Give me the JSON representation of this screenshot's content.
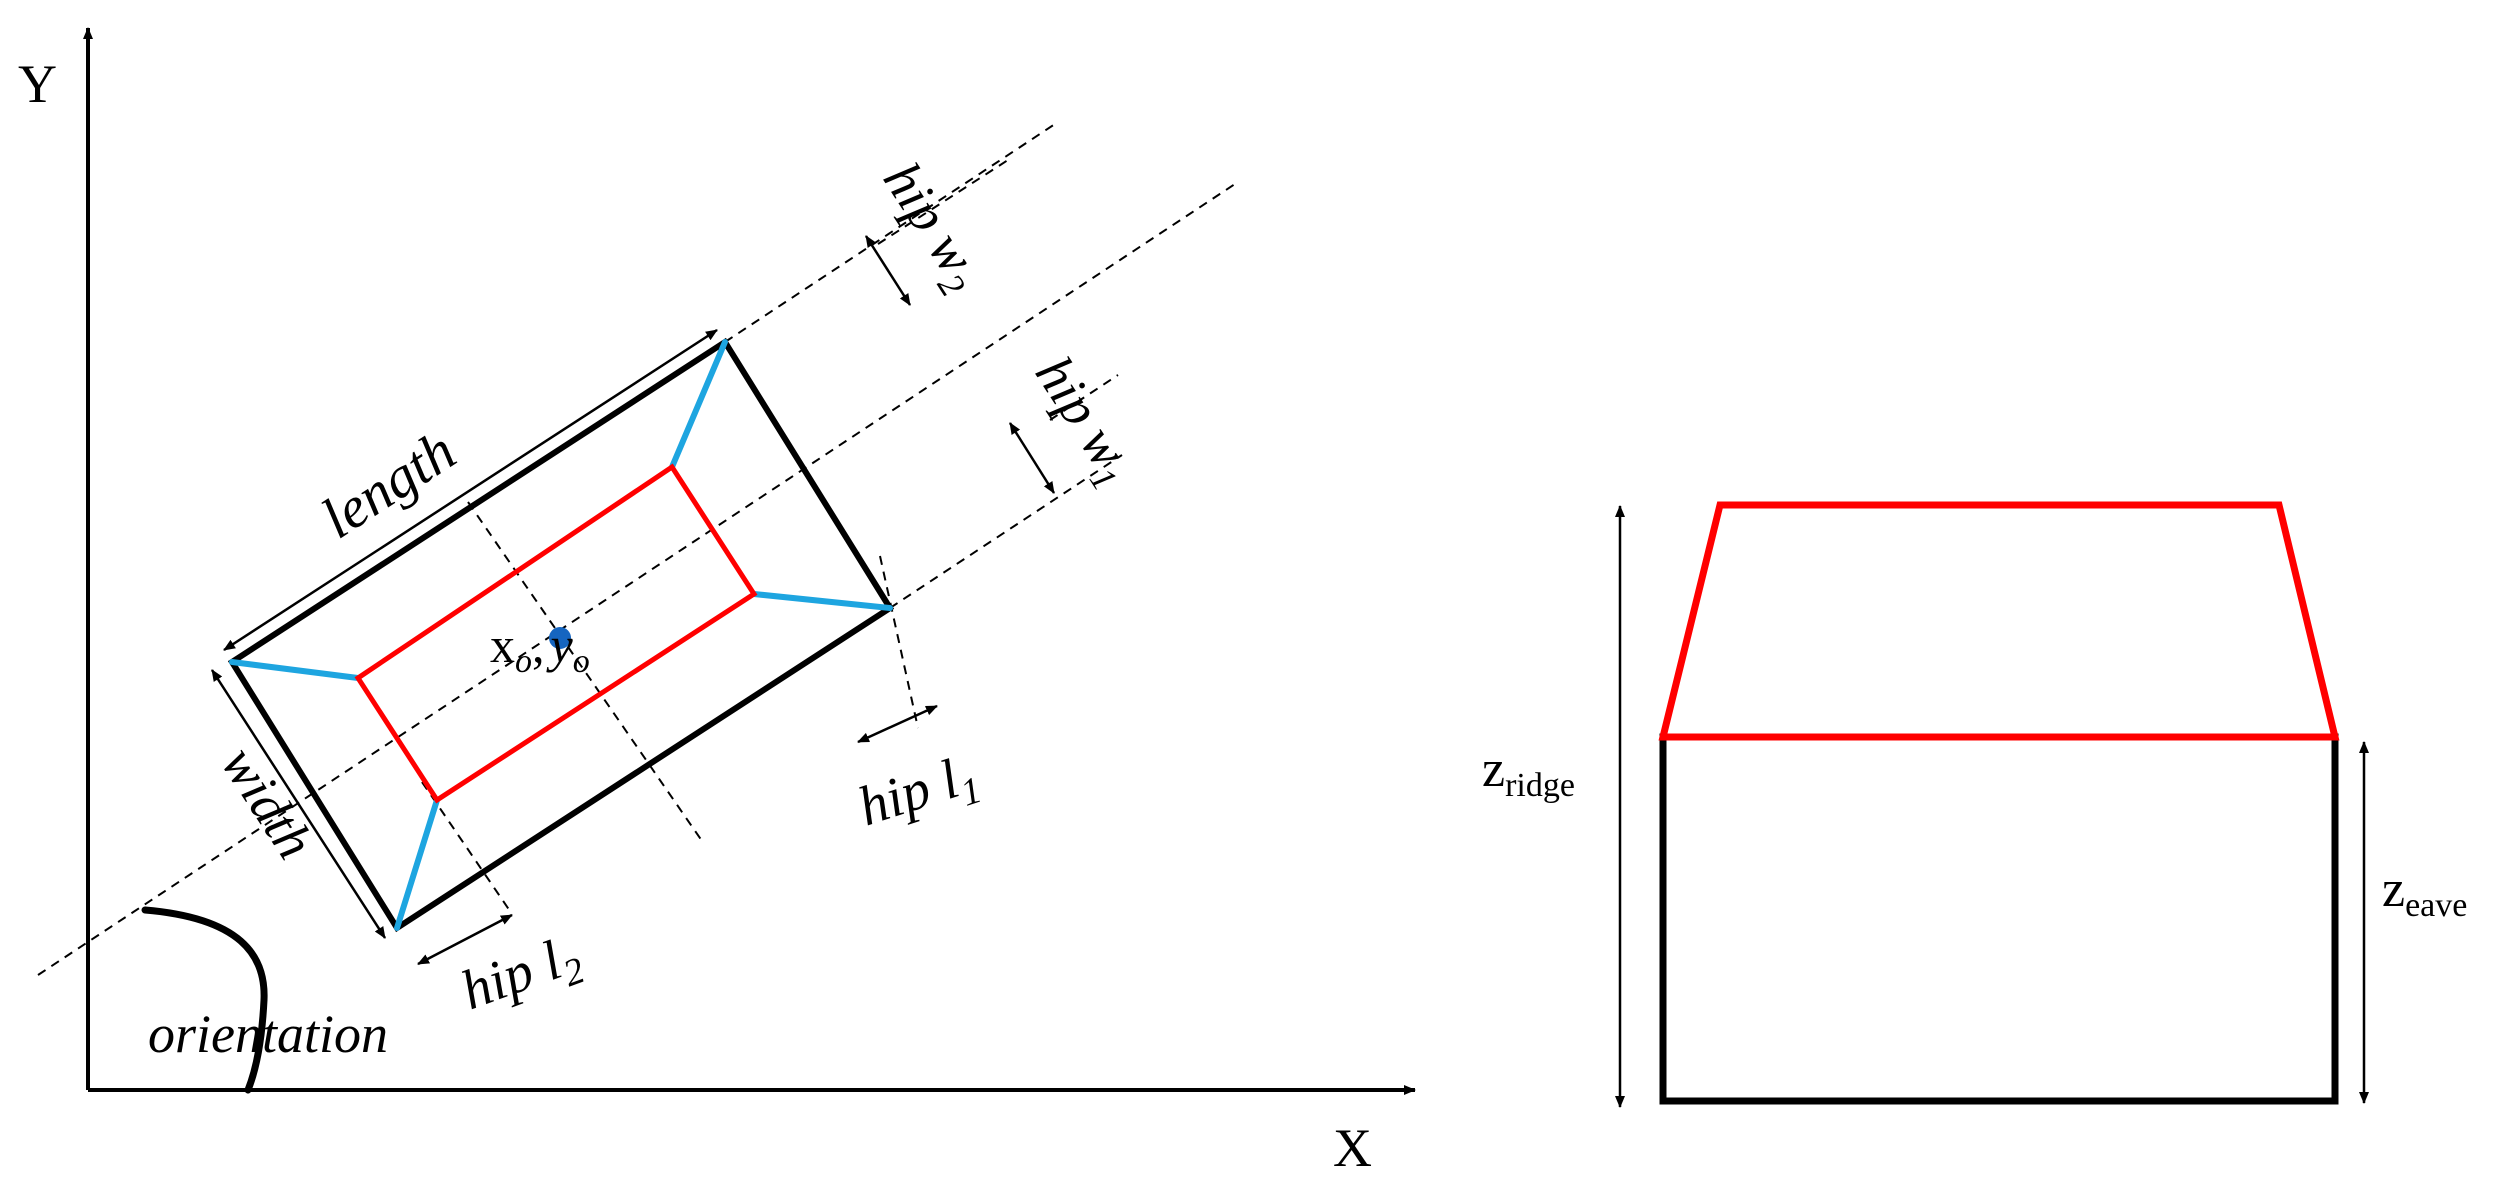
{
  "plan_view": {
    "axis_x": "X",
    "axis_y": "Y",
    "length": "length",
    "width": "width",
    "center_x": "x",
    "center_x_sub": "o",
    "center_sep": ",",
    "center_y": "y",
    "center_y_sub": "o",
    "hip_w2": "hip w",
    "hip_w2_sub": "2",
    "hip_w1": "hip w",
    "hip_w1_sub": "1",
    "hip_l1": "hip l",
    "hip_l1_sub": "1",
    "hip_l2": "hip l",
    "hip_l2_sub": "2",
    "orientation": "orientation"
  },
  "elevation_view": {
    "z_ridge": "z",
    "z_ridge_sub": "ridge",
    "z_eave": "z",
    "z_eave_sub": "eave"
  },
  "colors": {
    "footprint": "#000000",
    "ridge": "#ff0000",
    "hip_lines": "#1ea5e0",
    "center_point": "#1565c0"
  }
}
